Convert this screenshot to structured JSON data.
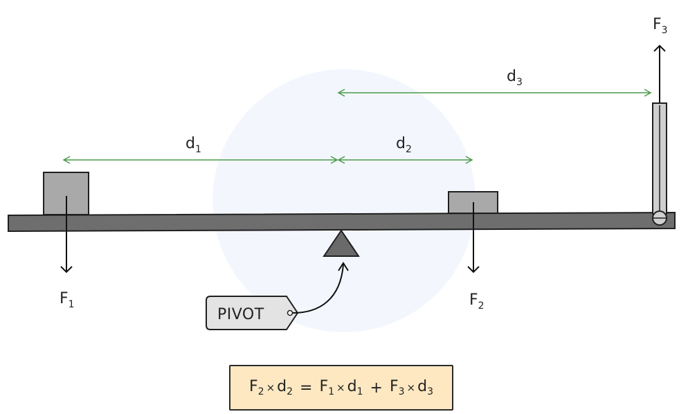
{
  "labels": {
    "f1": {
      "main": "F",
      "sub": "1"
    },
    "f2": {
      "main": "F",
      "sub": "2"
    },
    "f3": {
      "main": "F",
      "sub": "3"
    },
    "d1": {
      "main": "d",
      "sub": "1"
    },
    "d2": {
      "main": "d",
      "sub": "2"
    },
    "d3": {
      "main": "d",
      "sub": "3"
    },
    "pivot": "PIVOT"
  },
  "formula": {
    "lhs": [
      {
        "main": "F",
        "sub": "2"
      },
      {
        "main": "d",
        "sub": "2"
      }
    ],
    "rhs_a": [
      {
        "main": "F",
        "sub": "1"
      },
      {
        "main": "d",
        "sub": "1"
      }
    ],
    "rhs_b": [
      {
        "main": "F",
        "sub": "3"
      },
      {
        "main": "d",
        "sub": "3"
      }
    ],
    "times": "×",
    "equals": "=",
    "plus": "+"
  },
  "colors": {
    "beam": "#6e6e6e",
    "weight": "#a9a9a9",
    "distance_arrow": "#4a9a4a",
    "formula_bg": "#fde8c2",
    "pivot_triangle": "#6a6a6a"
  }
}
